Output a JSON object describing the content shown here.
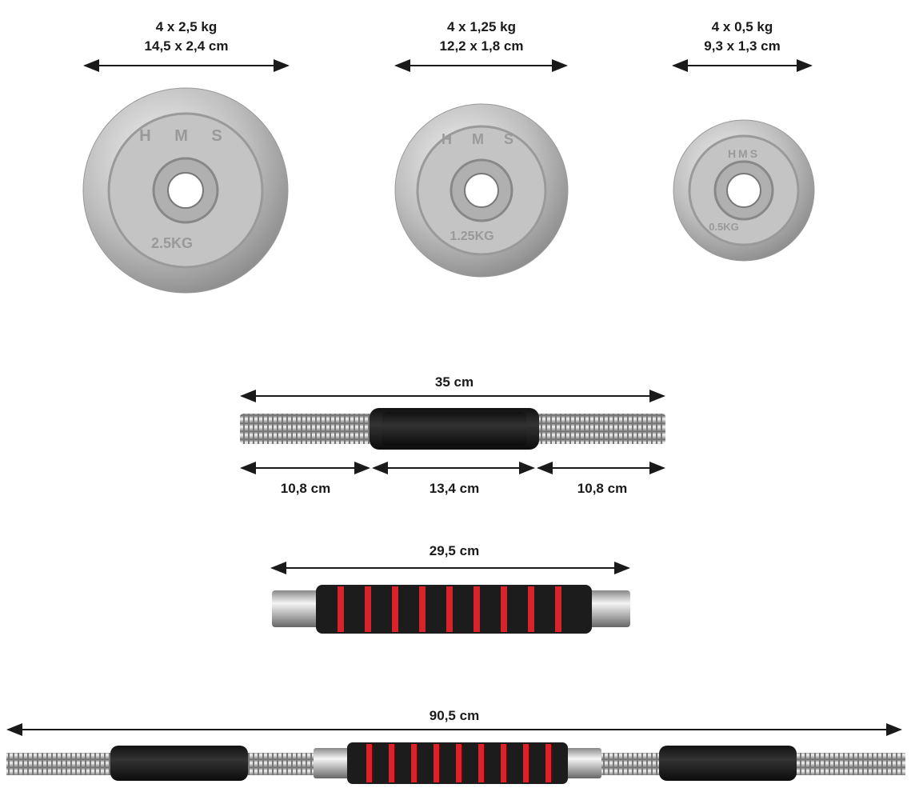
{
  "plates": [
    {
      "count": "4 x 2,5 kg",
      "size": "14,5 x 2,4 cm",
      "emboss_brand": "H M S",
      "emboss_weight": "2.5KG"
    },
    {
      "count": "4 x 1,25 kg",
      "size": "12,2 x 1,8 cm",
      "emboss_brand": "H M S",
      "emboss_weight": "1.25KG"
    },
    {
      "count": "4 x 0,5 kg",
      "size": "9,3 x 1,3 cm",
      "emboss_brand": "HMS",
      "emboss_weight": "0.5KG"
    }
  ],
  "dumbbell_handle": {
    "total": "35 cm",
    "left_thread": "10,8 cm",
    "grip": "13,4 cm",
    "right_thread": "10,8 cm"
  },
  "connector": {
    "length": "29,5 cm"
  },
  "barbell": {
    "length": "90,5 cm"
  },
  "colors": {
    "chrome": "#c8c8c8",
    "foam_black": "#1c1c1c",
    "foam_red": "#d8232a",
    "text": "#1a1a1a"
  }
}
